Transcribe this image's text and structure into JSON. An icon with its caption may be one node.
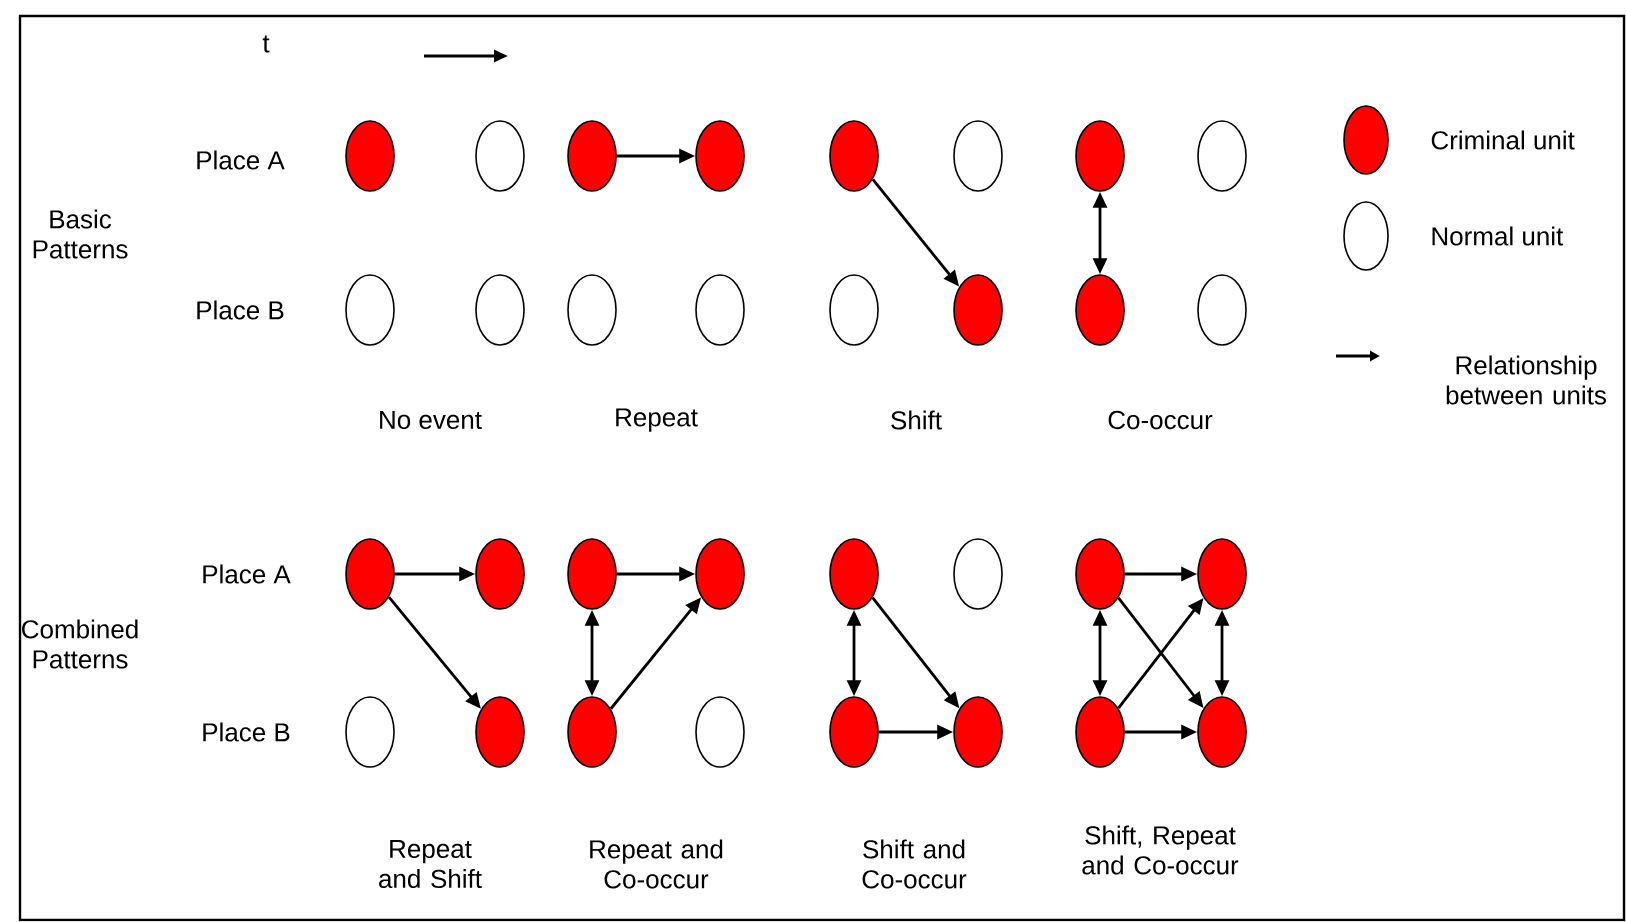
{
  "diagram": {
    "nodes": [
      {
        "text": [],
        "shape": "disc"
      },
      {
        "text": [],
        "shape": "circle"
      },
      {
        "text": [],
        "shape": "disc"
      },
      {
        "text": [],
        "shape": "disc"
      },
      {
        "text": [],
        "shape": "disc"
      },
      {
        "text": [],
        "shape": "circle"
      },
      {
        "text": [],
        "shape": "disc"
      },
      {
        "text": [],
        "shape": "circle"
      },
      {
        "text": [],
        "shape": "circle"
      },
      {
        "text": [],
        "shape": "circle"
      },
      {
        "text": [],
        "shape": "circle"
      },
      {
        "text": [],
        "shape": "circle"
      },
      {
        "text": [],
        "shape": "circle"
      },
      {
        "text": [],
        "shape": "disc"
      },
      {
        "text": [],
        "shape": "disc"
      },
      {
        "text": [],
        "shape": "circle"
      },
      {
        "text": [],
        "shape": "disc"
      },
      {
        "text": [],
        "shape": "disc"
      },
      {
        "text": [],
        "shape": "disc"
      },
      {
        "text": [],
        "shape": "disc"
      },
      {
        "text": [],
        "shape": "disc"
      },
      {
        "text": [],
        "shape": "circle"
      },
      {
        "text": [],
        "shape": "disc"
      },
      {
        "text": [],
        "shape": "disc"
      },
      {
        "text": [],
        "shape": "circle"
      },
      {
        "text": [],
        "shape": "disc"
      },
      {
        "text": [],
        "shape": "disc"
      },
      {
        "text": [],
        "shape": "circle"
      },
      {
        "text": [],
        "shape": "disc"
      },
      {
        "text": [],
        "shape": "disc"
      },
      {
        "text": [],
        "shape": "disc"
      },
      {
        "text": [],
        "shape": "disc"
      }
    ],
    "edges": [
      {
        "from": 2,
        "to": 3,
        "arrow": "to"
      },
      {
        "from": 4,
        "to": 13,
        "arrow": "to"
      },
      {
        "from": 6,
        "to": 14,
        "arrow": "both"
      },
      {
        "from": 16,
        "to": 17,
        "arrow": "to"
      },
      {
        "from": 16,
        "to": 25,
        "arrow": "to"
      },
      {
        "from": 18,
        "to": 19,
        "arrow": "to"
      },
      {
        "from": 18,
        "to": 26,
        "arrow": "both"
      },
      {
        "from": 26,
        "to": 19,
        "arrow": "to"
      },
      {
        "from": 20,
        "to": 28,
        "arrow": "both"
      },
      {
        "from": 20,
        "to": 29,
        "arrow": "to"
      },
      {
        "from": 28,
        "to": 29,
        "arrow": "to"
      },
      {
        "from": 22,
        "to": 23,
        "arrow": "to"
      },
      {
        "from": 22,
        "to": 30,
        "arrow": "both"
      },
      {
        "from": 22,
        "to": 31,
        "arrow": "to"
      },
      {
        "from": 30,
        "to": 23,
        "arrow": "to"
      },
      {
        "from": 30,
        "to": 31,
        "arrow": "to"
      },
      {
        "from": 23,
        "to": 31,
        "arrow": "both"
      }
    ],
    "labels": [
      "t",
      "Basic Patterns",
      "Place A",
      "Place B",
      "No event",
      "Repeat",
      "Shift",
      "Co-occur",
      "Combined Patterns",
      "Place A",
      "Place B",
      "Repeat and Shift",
      "Repeat and Co-occur",
      "Shift and Co-occur",
      "Shift, Repeat and Co-occur"
    ],
    "legend": [
      {
        "text": "Criminal unit",
        "color": "#ff0000"
      },
      {
        "text": "Normal unit"
      },
      {
        "text": "Relationship between units"
      }
    ]
  }
}
